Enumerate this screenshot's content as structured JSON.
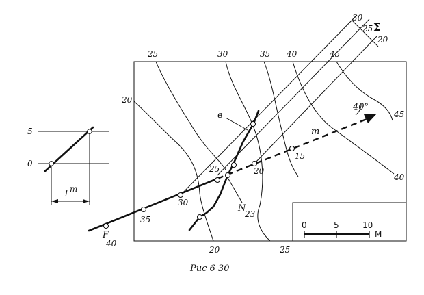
{
  "labels": {
    "top_25": "25",
    "top_30": "30",
    "top_35": "35",
    "top_40": "40",
    "top_45": "45",
    "left_20": "20",
    "right_45": "45",
    "right_40": "40",
    "bottom_20": "20",
    "bottom_25": "25",
    "sigma_30": "30",
    "sigma_25": "25",
    "sigma_20": "20",
    "sigma_symbol": "Σ",
    "angle": "40°",
    "line_m": "m",
    "line_b": "в",
    "mark_15": "15",
    "mark_20": "20",
    "mark_25": "25",
    "mark_30": "30",
    "mark_35": "35",
    "point_F": "F",
    "f_40": "40",
    "point_N": "N",
    "n_sub": "23"
  },
  "scale": {
    "tick_0": "0",
    "tick_5": "5",
    "tick_10": "10",
    "unit": "М"
  },
  "small_diagram": {
    "level_5": "5",
    "level_0": "0",
    "interval": "l",
    "interval_sup": "m"
  },
  "caption": "Рис 6 30"
}
